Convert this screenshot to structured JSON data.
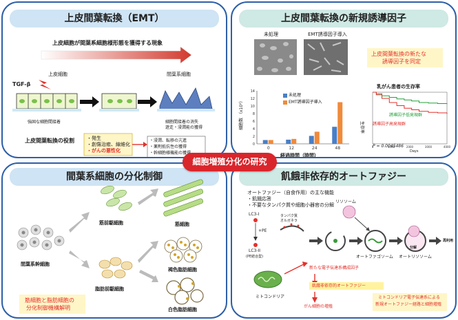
{
  "center": {
    "label": "細胞増殖分化の研究"
  },
  "emt": {
    "title": "上皮間葉転換（EMT）",
    "subtitle": "上皮細胞が間葉系細胞様形態を獲得する現象",
    "tgf": "TGF-β",
    "epithelial_label": "上皮細胞",
    "mesenchymal_label": "間葉系細胞",
    "caption_left": "強固な細胞間接着",
    "caption_right_1": "細胞間接着の消失",
    "caption_right_2": "遊走・浸潤能の獲得",
    "role_label": "上皮間葉転換の役割",
    "roles": [
      "・発生",
      "・創傷治癒、線維化",
      "・がんの悪性化"
    ],
    "cancer_effects": [
      "・浸潤、転移の亢進",
      "・薬剤抵抗性の獲得",
      "・幹細胞様機能の獲得"
    ]
  },
  "novel": {
    "title": "上皮間葉転換の新規誘導因子",
    "img_label_left": "未処理",
    "img_label_right": "EMT誘導因子導入",
    "note_1": "上皮間葉転換の新たな",
    "note_2": "誘導因子を同定",
    "bar_ylabel": "細胞数 （x10⁵）",
    "bar_xlabel": "経過時間（時間）",
    "survival_title": "乳がん患者の生存率",
    "survival_ylabel": "生存率",
    "survival_xlabel": "Days",
    "pvalue": "P = 0.0045486",
    "chart_data": [
      {
        "type": "bar",
        "categories": [
          "0",
          "12",
          "24",
          "48"
        ],
        "series": [
          {
            "name": "未処理",
            "values": [
              1,
              1.1,
              2.1,
              4.5
            ]
          },
          {
            "name": "EMT誘導因子導入",
            "values": [
              1,
              1.3,
              3.2,
              11
            ]
          }
        ],
        "xlabel": "経過時間（時間）",
        "ylabel": "細胞数 （x10⁵）",
        "ylim": [
          0,
          14
        ],
        "yticks": [
          "0",
          "2",
          "4",
          "6",
          "8",
          "10",
          "12",
          "14"
        ],
        "colors": [
          "#4a7fc4",
          "#f08a3a"
        ]
      },
      {
        "type": "line",
        "title": "乳がん患者の生存率",
        "series": [
          {
            "name": "誘導因子低発現群",
            "color": "#23a03a",
            "x": [
              0,
              200,
              500,
              900,
              1300,
              1700,
              2100,
              2500,
              3000,
              3500,
              4000
            ],
            "y": [
              1.0,
              0.97,
              0.93,
              0.9,
              0.87,
              0.85,
              0.83,
              0.8,
              0.79,
              0.78,
              0.77
            ]
          },
          {
            "name": "誘導因子高発現群",
            "color": "#e2312c",
            "x": [
              0,
              200,
              500,
              900,
              1300,
              1700,
              2100,
              2500,
              3000,
              3500,
              4000
            ],
            "y": [
              1.0,
              0.95,
              0.88,
              0.8,
              0.74,
              0.69,
              0.66,
              0.63,
              0.61,
              0.6,
              0.58
            ]
          }
        ],
        "xticks": [
          "0",
          "1000",
          "2000",
          "3000",
          "4000"
        ],
        "yticks": [
          "0.0",
          "0.2",
          "0.4",
          "0.6",
          "0.8",
          "1.0"
        ],
        "xlim": [
          0,
          4000
        ],
        "ylim": [
          0,
          1
        ],
        "ylabel": "生存率",
        "xlabel": "Days",
        "annotation": "P = 0.0045486"
      }
    ]
  },
  "mesen": {
    "title": "間葉系細胞の分化制御",
    "stem": "間葉系幹細胞",
    "pre_muscle": "筋前駆細胞",
    "pre_fat": "脂肪前駆細胞",
    "muscle": "筋細胞",
    "brown_fat": "褐色脂肪細胞",
    "white_fat": "白色脂肪細胞",
    "note_1": "筋細胞と脂肪細胞の",
    "note_2": "分化制御機構解明"
  },
  "autophagy": {
    "title": "飢餓非依存的オートファジー",
    "func_title": "オートファジー（自食作用）の主な機能",
    "funcs": [
      "・飢餓応答",
      "・不要なタンパク質や細胞小器官の分解"
    ],
    "lc3_1": "LC3-I",
    "pe": "+PE",
    "lc3_2": "LC3-II",
    "lc3_2_sub": "(PE結合型)",
    "lysosome": "リソソーム",
    "membrane_1": "タンパク質",
    "membrane_2": "オルガネラ",
    "autophagosome": "オートファゴソーム",
    "autolysosome": "オートリソソーム",
    "degrade": "分解",
    "reuse": "再利用",
    "new_factor": "新たな電子伝達系構成因子",
    "starvation": "飢餓非依存的オートファジー",
    "cell_growth": "がん細胞の増殖",
    "mito": "ミトコンドリア",
    "note_1": "ミトコンドリア電子伝達系による",
    "note_2": "新規オートファジー経路と細胞増殖"
  }
}
